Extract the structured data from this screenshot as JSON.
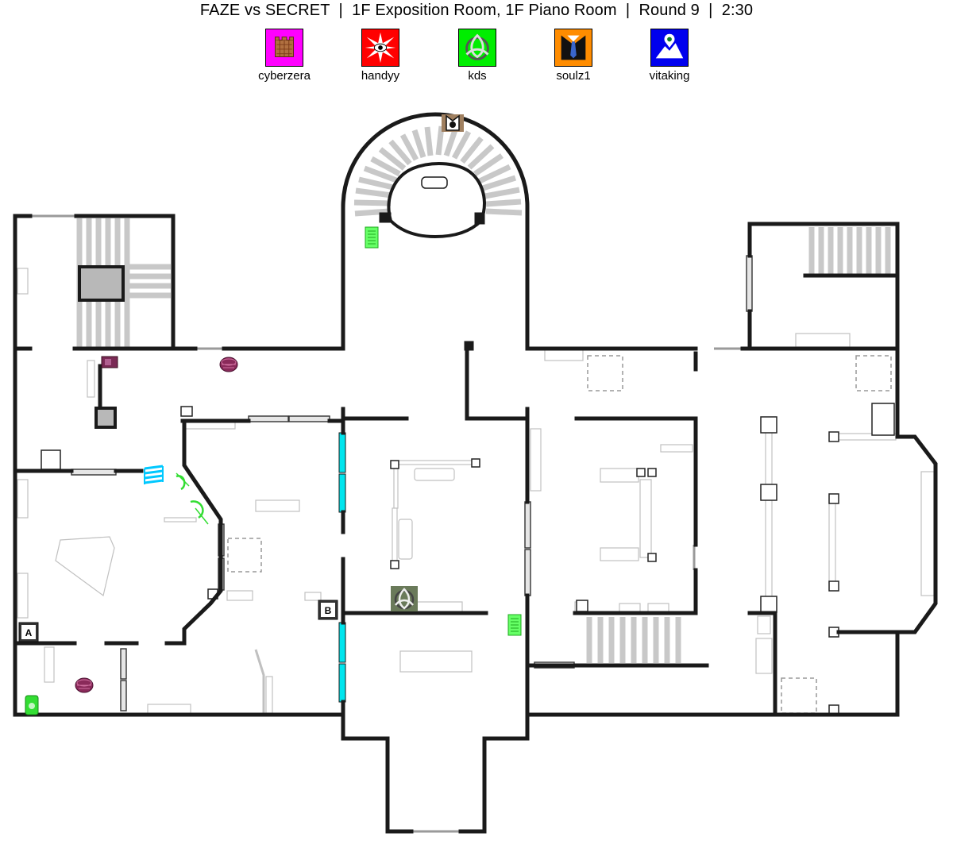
{
  "header": {
    "title": "FAZE vs SECRET  |  1F Exposition Room, 1F Piano Room  |  Round 9  |  2:30"
  },
  "players": [
    {
      "name": "cyberzera",
      "icon": "castle-barricade-icon",
      "color": "#ff00ff"
    },
    {
      "name": "handyy",
      "icon": "spiked-eye-icon",
      "color": "#ff0000"
    },
    {
      "name": "kds",
      "icon": "triquetra-knot-icon",
      "color": "#00ee00"
    },
    {
      "name": "soulz1",
      "icon": "suit-tie-icon",
      "color": "#ff8c00"
    },
    {
      "name": "vitaking",
      "icon": "mountain-pin-icon",
      "color": "#0000ff"
    }
  ],
  "map": {
    "site_a_label": "A",
    "site_b_label": "B",
    "colors": {
      "wall": "#1a1a1a",
      "stairs": "#c8c8c8",
      "reinforced_window": "#00e5ee",
      "gadget_green": "#22dd22",
      "trap_purple": "#7a2a55"
    }
  }
}
